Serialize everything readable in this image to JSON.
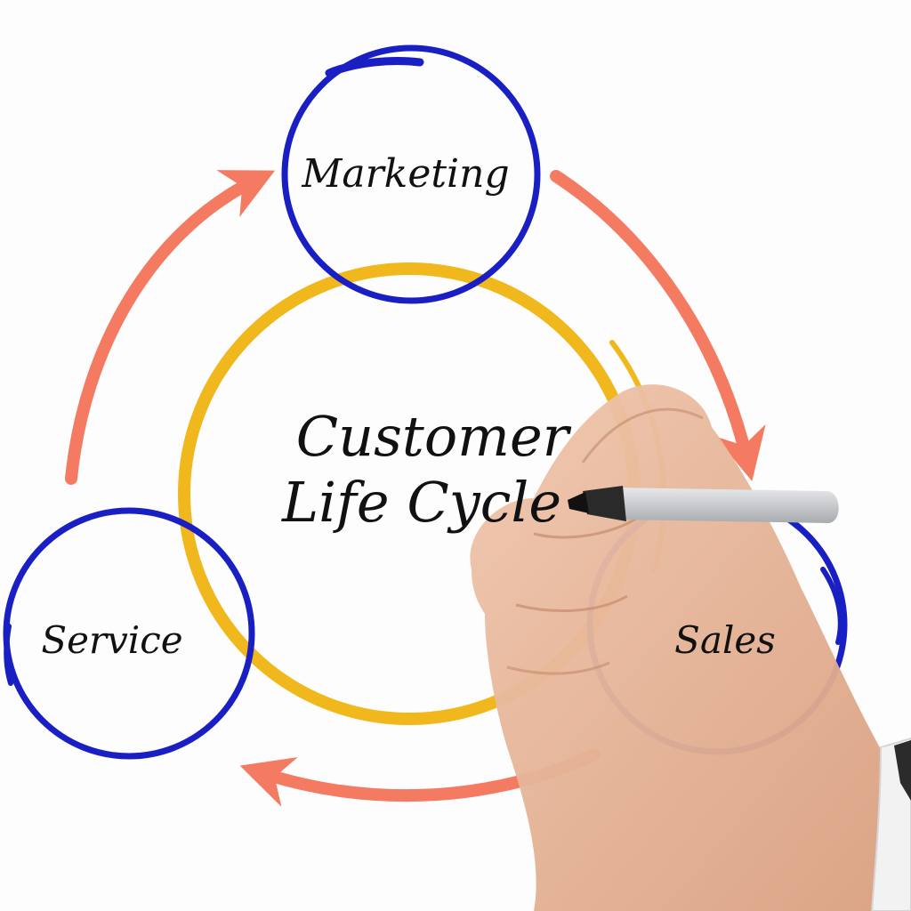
{
  "center": {
    "line1": "Customer",
    "line2": "Life Cycle"
  },
  "nodes": [
    {
      "id": "marketing",
      "label": "Marketing"
    },
    {
      "id": "sales",
      "label": "Sales"
    },
    {
      "id": "service",
      "label": "Service"
    }
  ],
  "flows": [
    {
      "from": "Marketing",
      "to": "Sales"
    },
    {
      "from": "Sales",
      "to": "Service"
    },
    {
      "from": "Service",
      "to": "Marketing"
    }
  ],
  "colors": {
    "node_ring": "#1a1fc4",
    "center_ring": "#f0b81c",
    "arrow": "#f47b62",
    "text": "#111111",
    "skin": "#e7b79a",
    "marker_body": "#c9cbcd"
  },
  "decorations": {
    "hand": "hand-holding-marker",
    "marker": "marker-pen"
  }
}
